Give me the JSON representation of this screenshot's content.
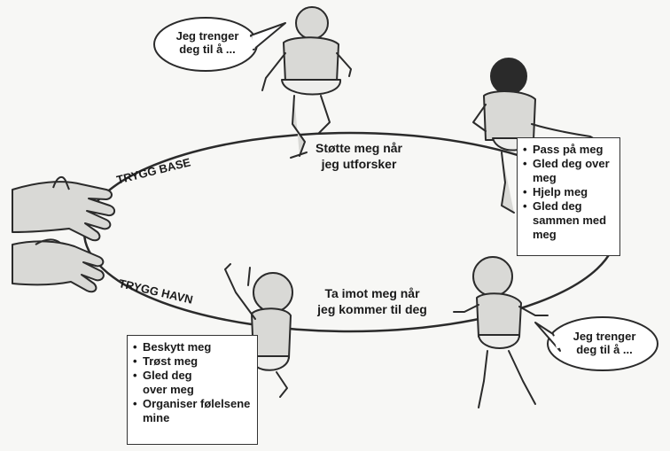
{
  "labels": {
    "secure_base": "TRYGG BASE",
    "safe_haven": "TRYGG HAVN",
    "support_explore_line1": "Støtte meg når",
    "support_explore_line2": "jeg utforsker",
    "welcome_line1": "Ta imot meg når",
    "welcome_line2": "jeg kommer til deg"
  },
  "bubbles": {
    "top_line1": "Jeg trenger",
    "top_line2": "deg til å ...",
    "bottom_line1": "Jeg trenger",
    "bottom_line2": "deg til å ..."
  },
  "right_box": {
    "items": [
      "Pass på meg",
      "Gled deg over meg",
      "Hjelp meg",
      "Gled deg sammen med meg"
    ]
  },
  "left_box": {
    "items": [
      "Beskytt meg",
      "Trøst meg",
      "Gled deg over meg",
      "Organiser følelsene mine"
    ]
  },
  "colors": {
    "line": "#2b2b2b",
    "skin": "#d9d9d6",
    "hair": "#2a2a2a"
  }
}
